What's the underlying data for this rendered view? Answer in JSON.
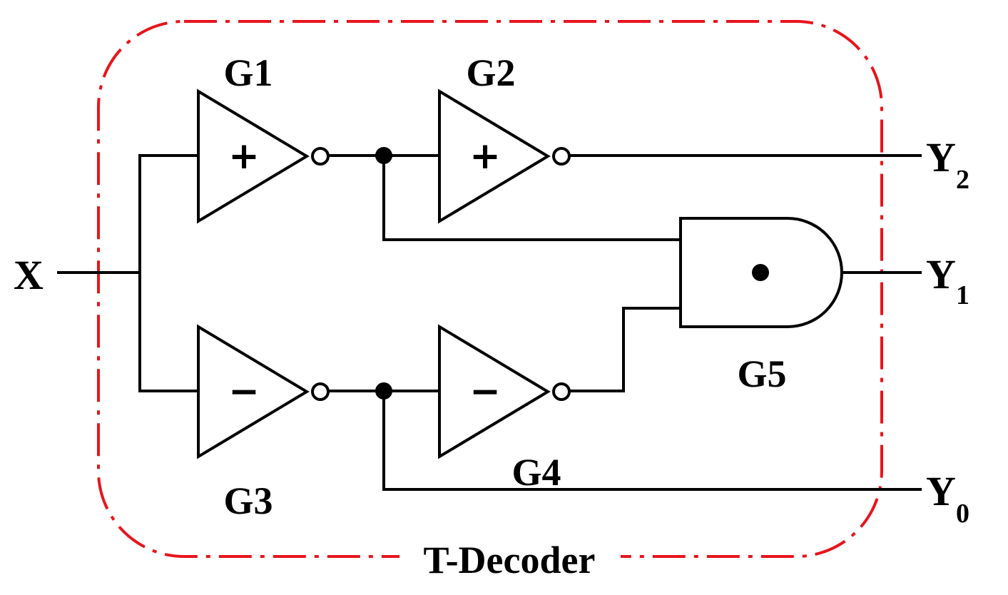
{
  "title": "T-Decoder",
  "input": {
    "label": "X"
  },
  "outputs": [
    {
      "label": "Y",
      "subscript": "2"
    },
    {
      "label": "Y",
      "subscript": "1"
    },
    {
      "label": "Y",
      "subscript": "0"
    }
  ],
  "gates": [
    {
      "label": "G1",
      "sign": "+"
    },
    {
      "label": "G2",
      "sign": "+"
    },
    {
      "label": "G3",
      "sign": "−"
    },
    {
      "label": "G4",
      "sign": "−"
    },
    {
      "label": "G5",
      "sign": "●"
    }
  ],
  "colors": {
    "frame": "#e8141c",
    "lines": "#000000"
  }
}
